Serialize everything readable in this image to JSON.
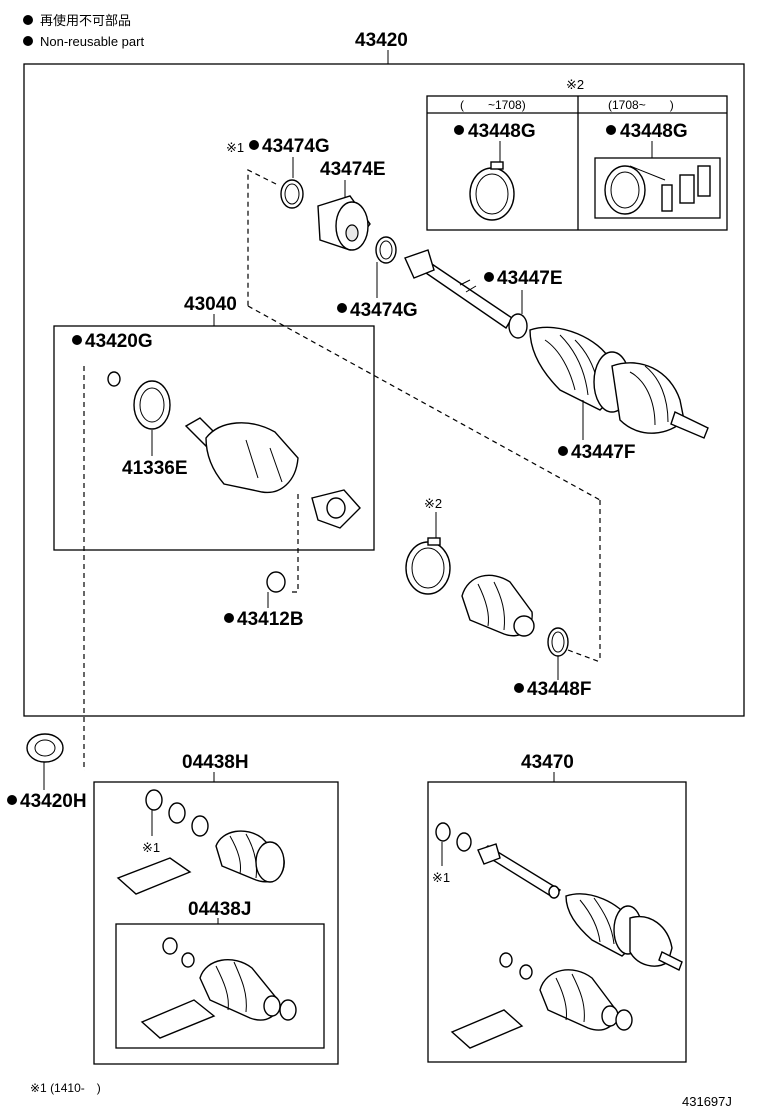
{
  "legend": {
    "jp": "再使用不可部品",
    "en": "Non-reusable part"
  },
  "assembly": {
    "title": "43420",
    "inner_joint": "43040",
    "bottom_left_kit": "04438H",
    "bottom_left_subkit": "04438J",
    "bottom_right_assembly": "43470",
    "left_bearing": "43420H"
  },
  "note2_box": {
    "mark": "※2",
    "col1_header": "(　　~1708)",
    "col2_header": "(1708~　　)",
    "col1_part": "43448G",
    "col2_part": "43448G"
  },
  "parts": {
    "p43474G_top": "43474G",
    "p43474G_top_mark": "※1",
    "p43474E": "43474E",
    "p43474G_lower": "43474G",
    "p43447E": "43447E",
    "p43447F": "43447F",
    "p43420G": "43420G",
    "p41336E": "41336E",
    "p43412B": "43412B",
    "p43448F": "43448F",
    "mark2_boot": "※2",
    "mark1_kit": "※1",
    "mark1_right": "※1"
  },
  "footer": {
    "note": "※1 (1410-　)",
    "code": "431697J"
  }
}
